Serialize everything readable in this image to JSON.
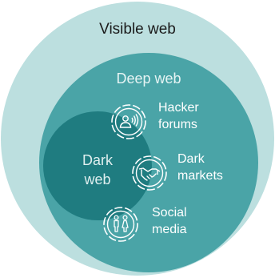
{
  "diagram": {
    "visible_web_label": "Visible web",
    "deep_web_label": "Deep web",
    "dark_web_line1": "Dark",
    "dark_web_line2": "web",
    "items": [
      {
        "line1": "Hacker",
        "line2": "forums",
        "icon": "speaking-head-icon"
      },
      {
        "line1": "Dark",
        "line2": "markets",
        "icon": "handshake-icon"
      },
      {
        "line1": "Social",
        "line2": "media",
        "icon": "people-icon"
      }
    ],
    "colors": {
      "visible_web": "#bcdfdf",
      "deep_web": "#4aa4a7",
      "dark_web": "#1f7c80",
      "icon_stroke": "#ffffff"
    }
  }
}
